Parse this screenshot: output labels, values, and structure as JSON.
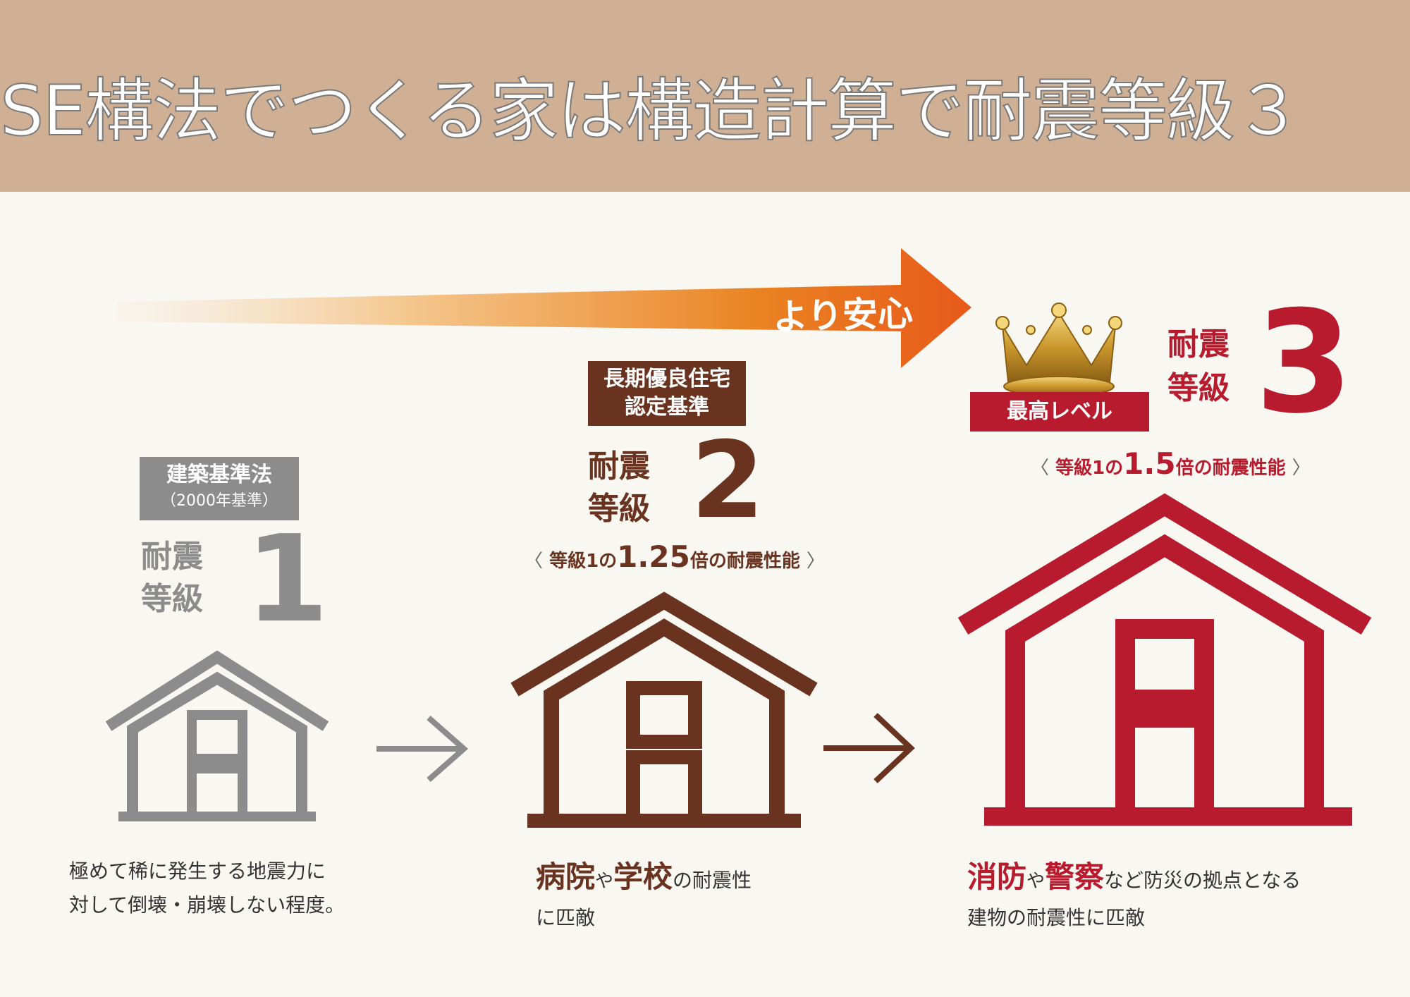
{
  "banner": {
    "title": "SE構法でつくる家は構造計算で耐震等級３"
  },
  "arrow": {
    "label": "より安心"
  },
  "colors": {
    "banner": "#cfb094",
    "grade1": "#8c8c8c",
    "grade2": "#6a3320",
    "grade3": "#b81b2e",
    "arrow_start": "#f6e3c8",
    "arrow_end": "#e8591a"
  },
  "grade1": {
    "label_line1": "建築基準法",
    "label_line2": "（2000年基準）",
    "word_line1": "耐震",
    "word_line2": "等級",
    "number": "1",
    "desc_line1": "極めて稀に発生する地震力に",
    "desc_line2": "対して倒壊・崩壊しない程度。"
  },
  "grade2": {
    "label_line1": "長期優良住宅",
    "label_line2": "認定基準",
    "word_line1": "耐震",
    "word_line2": "等級",
    "number": "2",
    "perf_open": "〈",
    "perf_pre": "等級1の",
    "perf_value": "1.25",
    "perf_post": "倍の耐震性能",
    "perf_close": "〉",
    "desc_strong1": "病院",
    "desc_mid": "や",
    "desc_strong2": "学校",
    "desc_rest1": "の耐震性",
    "desc_line2": "に匹敵"
  },
  "grade3": {
    "badge": "最高レベル",
    "word_line1": "耐震",
    "word_line2": "等級",
    "number": "3",
    "perf_open": "〈",
    "perf_pre": "等級1の",
    "perf_value": "1.5",
    "perf_post": "倍の耐震性能",
    "perf_close": "〉",
    "desc_strong1": "消防",
    "desc_mid": "や",
    "desc_strong2": "警察",
    "desc_rest1": "など防災の拠点となる",
    "desc_line2": "建物の耐震性に匹敵"
  }
}
